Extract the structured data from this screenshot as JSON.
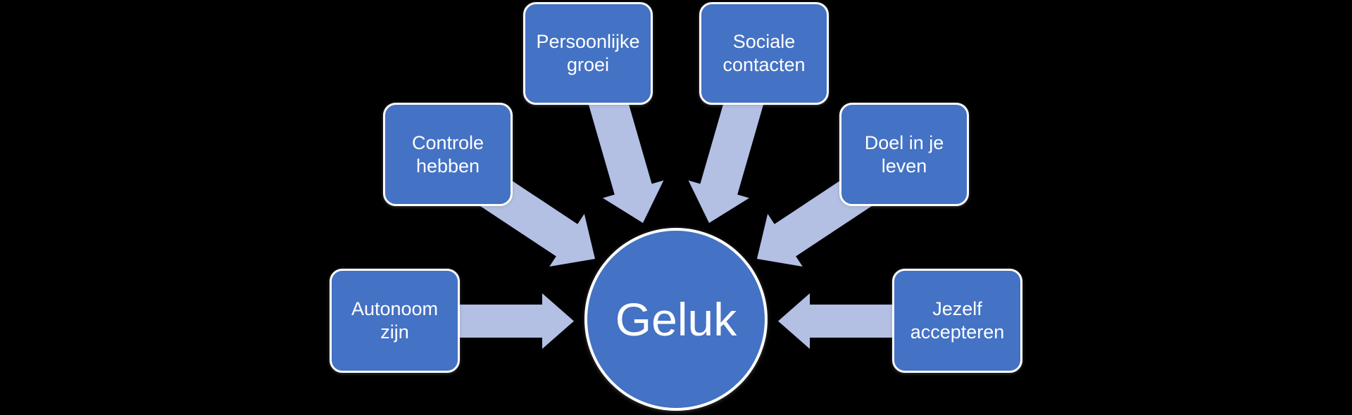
{
  "colors": {
    "background": "#000000",
    "node_fill": "#4472C4",
    "node_border": "#FFFFFF",
    "node_text": "#FFFFFF",
    "arrow": "#B3C0E4"
  },
  "center": {
    "label": "Geluk"
  },
  "factors": [
    {
      "id": "persoonlijke-groei",
      "label": "Persoonlijke groei",
      "line1": "Persoonlijke",
      "line2": "groei"
    },
    {
      "id": "sociale-contacten",
      "label": "Sociale contacten",
      "line1": "Sociale",
      "line2": "contacten"
    },
    {
      "id": "controle-hebben",
      "label": "Controle hebben",
      "line1": "Controle",
      "line2": "hebben"
    },
    {
      "id": "doel-in-je-leven",
      "label": "Doel in je leven",
      "line1": "Doel in je",
      "line2": "leven"
    },
    {
      "id": "autonoom-zijn",
      "label": "Autonoom zijn",
      "line1": "Autonoom",
      "line2": "zijn"
    },
    {
      "id": "jezelf-accepteren",
      "label": "Jezelf accepteren",
      "line1": "Jezelf",
      "line2": "accepteren"
    }
  ]
}
